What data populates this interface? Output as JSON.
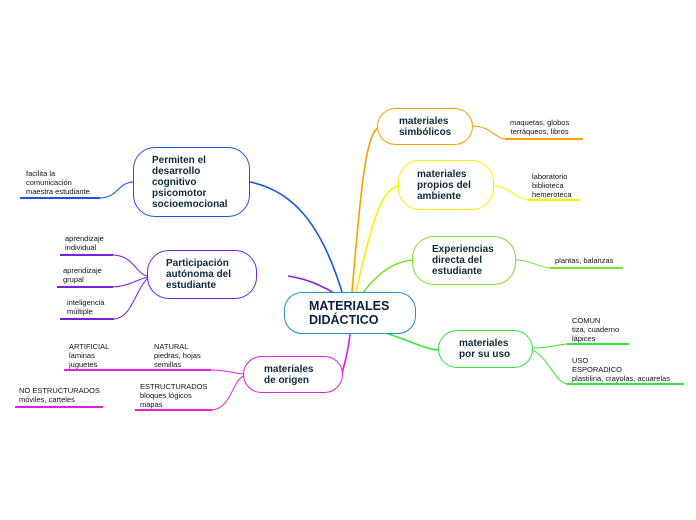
{
  "central": {
    "label": "MATERIALES\nDIDÁCTICO",
    "border": "#1e90c8"
  },
  "branches": [
    {
      "id": "simbolicos",
      "label": "materiales\nsimbólicos",
      "color": "#f7a000",
      "leaves": [
        "maquetas, globos\nterráqueos, libros"
      ]
    },
    {
      "id": "ambiente",
      "label": "materiales\npropios del\nambiente",
      "color": "#ffee00",
      "leaves": [
        "laboratorio\nbiblioteca\nhemeroteca"
      ]
    },
    {
      "id": "experiencias",
      "label": "Experiencias\ndirecta del\nestudiante",
      "color": "#7ee02a",
      "leaves": [
        "plantas, balanzas"
      ]
    },
    {
      "id": "uso",
      "label": "materiales\npor su uso",
      "color": "#33e633",
      "leaves": [
        "COMUN\ntiza, cuaderno\nlápices",
        "USO\nESPORADICO\nplastilina, crayolas, acuarelas"
      ]
    },
    {
      "id": "origen",
      "label": "materiales\nde origen",
      "color": "#e020e0",
      "leaves": [
        "ARTIFICIAL\nlaminas\njuguetes",
        "NATURAL\npiedras, hojas\nsemillas",
        "ESTRUCTURADOS\nbloques lógicos\nmapas",
        "NO ESTRUCTURADOS\nmóviles, carteles"
      ]
    },
    {
      "id": "participacion",
      "label": "Participación\nautónoma del\nestudiante",
      "color": "#7a1fd6",
      "leaves": [
        "aprendizaje\nindividual",
        "aprendizaje\ngrupal",
        "inteligencia\nmúltiple"
      ]
    },
    {
      "id": "permiten",
      "label": "Permiten el\ndesarrollo\ncognitivo\npsicomotor\nsocioemocional",
      "color": "#1a55e0",
      "leaves": [
        "facilita la\ncomunicación\nmaestra estudiante"
      ]
    }
  ]
}
